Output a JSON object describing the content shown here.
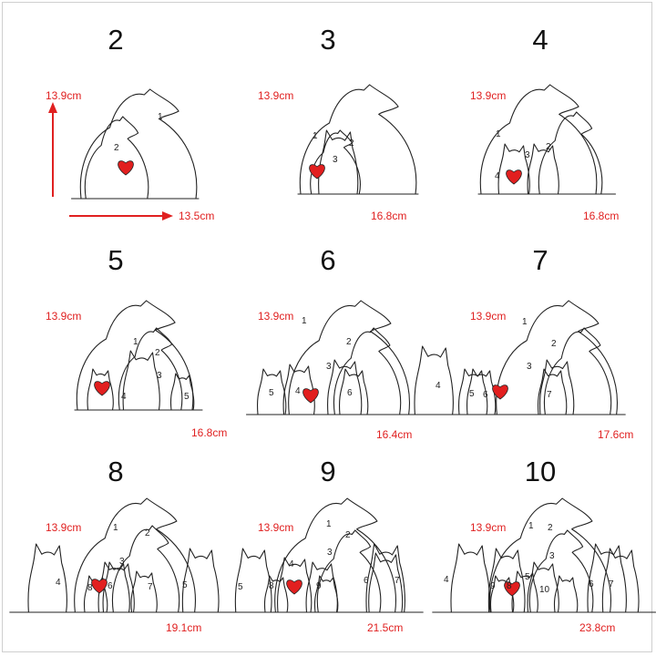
{
  "colors": {
    "accent": "#e21f1f",
    "outline": "#222222",
    "label": "#e02020"
  },
  "variants": [
    {
      "count": "2",
      "height": "13.9cm",
      "width": "13.5cm",
      "figures": [
        "1",
        "2"
      ]
    },
    {
      "count": "3",
      "height": "13.9cm",
      "width": "16.8cm",
      "figures": [
        "1",
        "2",
        "3"
      ]
    },
    {
      "count": "4",
      "height": "13.9cm",
      "width": "16.8cm",
      "figures": [
        "1",
        "2",
        "3",
        "4"
      ]
    },
    {
      "count": "5",
      "height": "13.9cm",
      "width": "16.8cm",
      "figures": [
        "1",
        "2",
        "3",
        "4",
        "5"
      ]
    },
    {
      "count": "6",
      "height": "13.9cm",
      "width": "16.4cm",
      "figures": [
        "1",
        "2",
        "3",
        "4",
        "5",
        "6"
      ]
    },
    {
      "count": "7",
      "height": "13.9cm",
      "width": "17.6cm",
      "figures": [
        "1",
        "2",
        "3",
        "4",
        "5",
        "6",
        "7"
      ]
    },
    {
      "count": "8",
      "height": "13.9cm",
      "width": "19.1cm",
      "figures": [
        "1",
        "2",
        "3",
        "4",
        "5",
        "6",
        "7",
        "8"
      ]
    },
    {
      "count": "9",
      "height": "13.9cm",
      "width": "21.5cm",
      "figures": [
        "1",
        "2",
        "3",
        "4",
        "5",
        "6",
        "7",
        "8",
        "9"
      ]
    },
    {
      "count": "10",
      "height": "13.9cm",
      "width": "23.8cm",
      "figures": [
        "1",
        "2",
        "3",
        "4",
        "5",
        "6",
        "7",
        "8",
        "9",
        "10"
      ]
    }
  ]
}
